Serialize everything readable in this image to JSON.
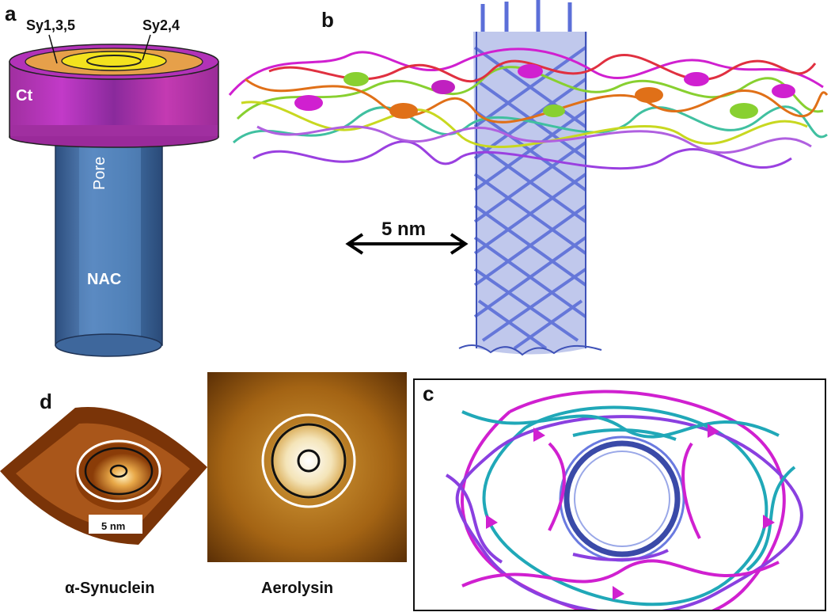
{
  "panels": {
    "a": {
      "letter": "a",
      "labels": {
        "sy135": "Sy1,3,5",
        "sy24": "Sy2,4",
        "ct": "Ct",
        "pore": "Pore",
        "nac": "NAC"
      },
      "colors": {
        "top_ring": "#e8a040",
        "inner_ring": "#f2e020",
        "ct_band": "#b030b0",
        "pore": "#4a78b0"
      }
    },
    "b": {
      "letter": "b",
      "scale_label": "5 nm",
      "colors": {
        "barrel": "#5c6fd8",
        "cap_magenta": "#d020d0",
        "cap_green": "#88d030",
        "cap_orange": "#e07018",
        "cap_teal": "#40c0a0"
      }
    },
    "c": {
      "letter": "c"
    },
    "d": {
      "letter": "d",
      "scale_label": "5 nm",
      "captions": {
        "left": "α-Synuclein",
        "right": "Aerolysin"
      }
    }
  }
}
